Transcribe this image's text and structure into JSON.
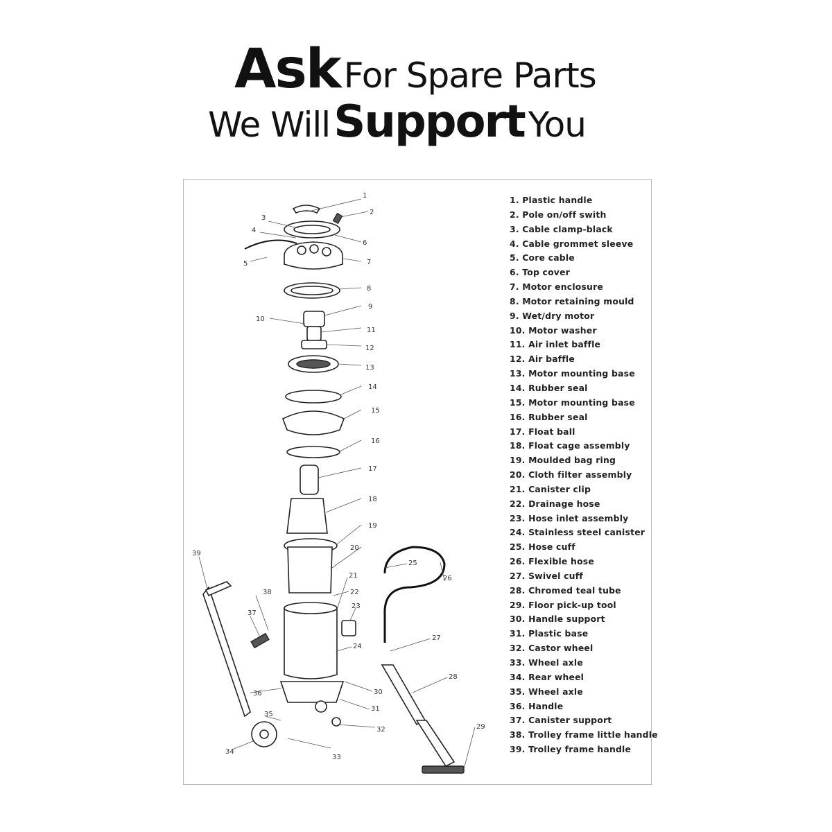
{
  "headline": {
    "line1_big": "Ask",
    "line1_rest": "For Spare Parts",
    "line2_start": "We Will",
    "line2_big": "Support",
    "line2_end": "You"
  },
  "parts": [
    "1. Plastic handle",
    "2. Pole on/off swith",
    "3. Cable clamp-black",
    "4. Cable grommet sleeve",
    "5. Core cable",
    "6. Top cover",
    "7. Motor enclosure",
    "8. Motor retaining mould",
    "9. Wet/dry motor",
    "10. Motor washer",
    "11. Air inlet baffle",
    "12. Air baffle",
    "13. Motor mounting base",
    "14. Rubber seal",
    "15. Motor mounting base",
    "16. Rubber seal",
    "17. Float ball",
    "18. Float cage assembly",
    "19. Moulded bag ring",
    "20. Cloth filter assembly",
    "21. Canister clip",
    "22. Drainage hose",
    "23. Hose inlet assembly",
    "24. Stainless steel canister",
    "25. Hose cuff",
    "26. Flexible hose",
    "27. Swivel cuff",
    "28. Chromed teal tube",
    "29. Floor pick-up tool",
    "30. Handle support",
    "31. Plastic base",
    "32. Castor wheel",
    "33. Wheel axle",
    "34. Rear wheel",
    "35. Wheel axle",
    "36. Handle",
    "37. Canister support",
    "38. Trolley frame little handle",
    "39. Trolley frame handle"
  ],
  "callouts": [
    "1",
    "2",
    "3",
    "4",
    "5",
    "6",
    "7",
    "8",
    "9",
    "10",
    "11",
    "12",
    "13",
    "14",
    "15",
    "16",
    "17",
    "18",
    "19",
    "20",
    "21",
    "22",
    "23",
    "24",
    "25",
    "26",
    "27",
    "28",
    "29",
    "30",
    "31",
    "32",
    "33",
    "34",
    "35",
    "36",
    "37",
    "38",
    "39"
  ]
}
